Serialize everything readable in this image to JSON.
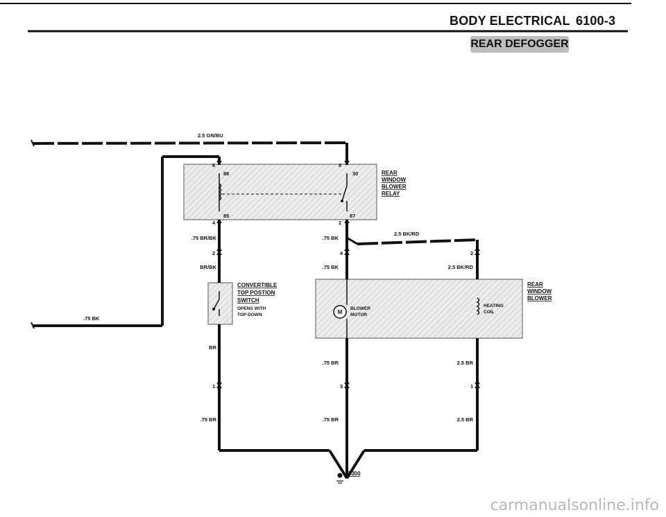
{
  "header": {
    "section": "BODY ELECTRICAL",
    "page_number": "6100-3",
    "subsection": "REAR DEFOGGER"
  },
  "diagram": {
    "wires": {
      "top_feed": "2.5 GN/BU",
      "left_feed": ".75 BK",
      "relay_out_left": ".75 BR/BK",
      "switch_in": "BR/BK",
      "relay_out_right": ".75 BK",
      "motor_in": ".75 BK",
      "coil_feed": "2.5 BK/RD",
      "coil_in": "2.5 BK/RD",
      "switch_out": "BR",
      "switch_ground": ".75 BR",
      "motor_out": ".75 BR",
      "motor_ground": ".75 BR",
      "coil_out": "2.5 BR",
      "coil_ground": "2.5 BR"
    },
    "connectors": {
      "relay_pin_top_left": "6",
      "relay_pin_top_right": "8",
      "relay_pin_bottom_left": "4",
      "relay_pin_bottom_right": "2",
      "conn_switch_top": "2",
      "conn_motor_top": "4",
      "conn_coil_top": "2",
      "conn_switch_bottom": "1",
      "conn_motor_bottom": "3",
      "conn_coil_bottom": "1"
    },
    "relay": {
      "name_lines": [
        "REAR",
        "WINDOW",
        "BLOWER",
        "RELAY"
      ],
      "terminal_86": "86",
      "terminal_30": "30",
      "terminal_85": "85",
      "terminal_87": "87"
    },
    "switch": {
      "name_lines": [
        "CONVERTIBLE",
        "TOP POSTION",
        "SWITCH"
      ],
      "note_lines": [
        "OPENS WITH",
        "TOP DOWN"
      ]
    },
    "blower_unit": {
      "name_lines": [
        "REAR",
        "WINDOW",
        "BLOWER"
      ],
      "motor_symbol": "M",
      "motor_label_lines": [
        "BLOWER",
        "MOTOR"
      ],
      "coil_label_lines": [
        "HEATING",
        "COIL"
      ]
    },
    "ground": {
      "label": "G300"
    }
  },
  "watermark": "carmanualsonline.info"
}
